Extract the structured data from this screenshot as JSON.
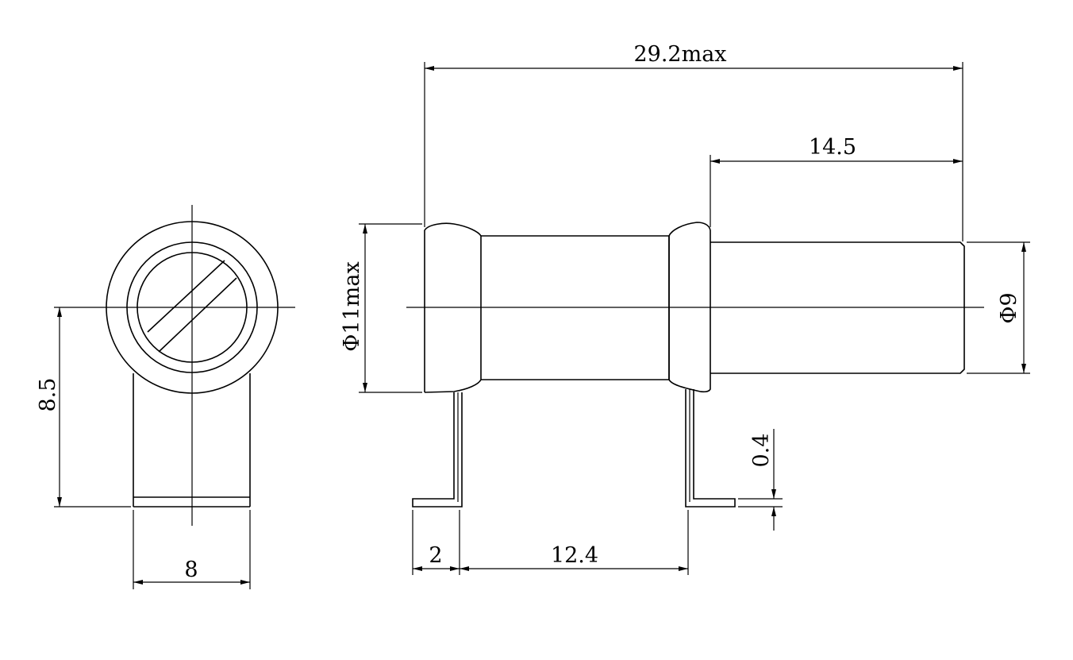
{
  "dimensions": {
    "overall_length": "29.2max",
    "cap_length": "14.5",
    "body_diameter": "Φ11max",
    "cap_diameter": "Φ9",
    "height": "8.5",
    "width": "8",
    "foot_length": "2",
    "pin_spacing": "12.4",
    "pin_thickness": "0.4"
  }
}
